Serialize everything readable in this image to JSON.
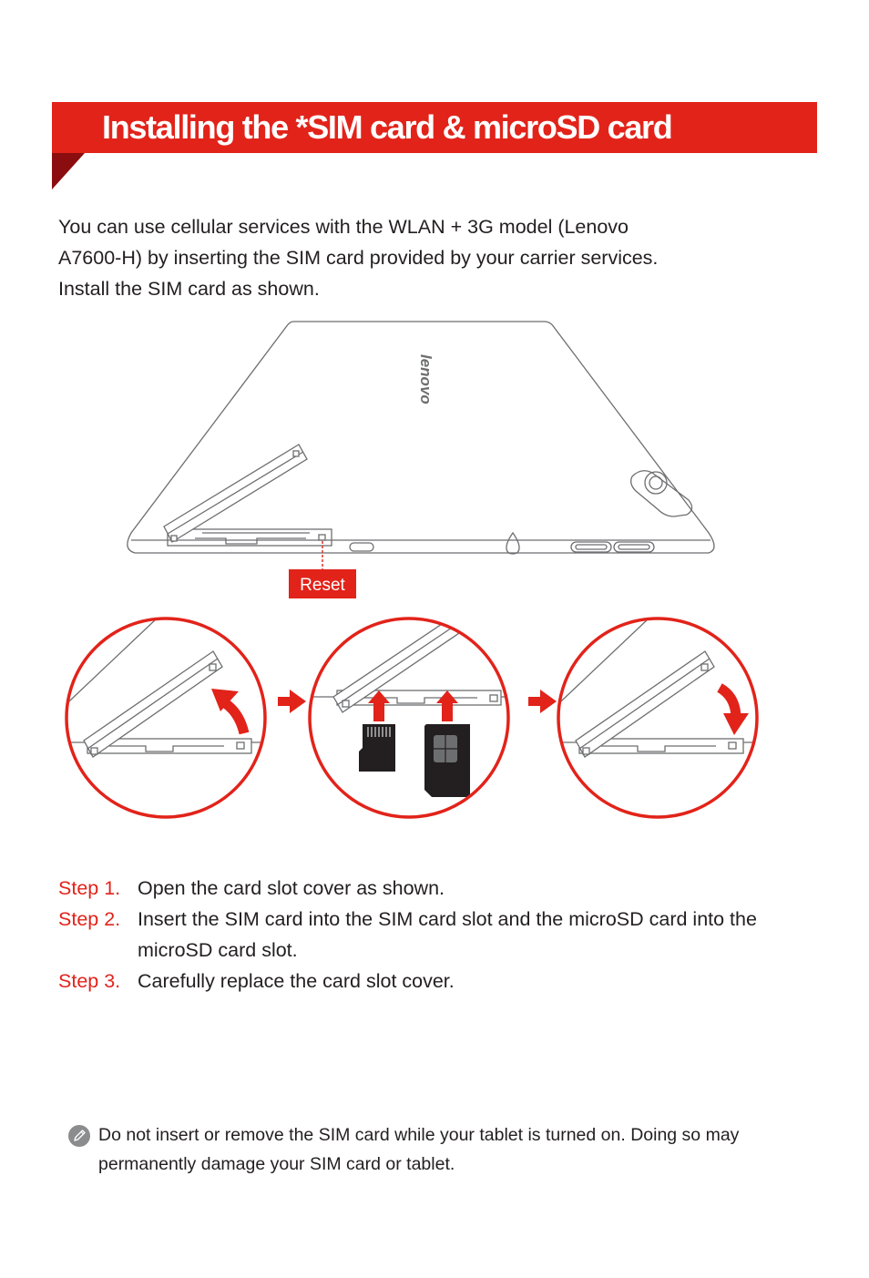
{
  "header": {
    "title": "Installing the *SIM card & microSD card"
  },
  "intro": {
    "line1": "You can use cellular services with the WLAN + 3G model (Lenovo",
    "line2": "A7600-H) by inserting the SIM card provided by your carrier services.",
    "line3": "Install the SIM card as shown."
  },
  "figure": {
    "brand": "lenovo",
    "reset_label": "Reset"
  },
  "steps": [
    {
      "label": "Step 1.",
      "text": "Open the card slot cover as shown."
    },
    {
      "label": "Step 2.",
      "text": "Insert the SIM card into the SIM card slot and the microSD card into the microSD card slot."
    },
    {
      "label": "Step 3.",
      "text": "Carefully replace the card slot cover."
    }
  ],
  "note": {
    "icon": "pencil-icon",
    "text": "Do not insert or remove the SIM card while your tablet is turned on. Doing so may permanently damage your SIM card or tablet."
  },
  "colors": {
    "accent": "#e2231a",
    "fold": "#8b0d10",
    "text": "#231f20"
  }
}
